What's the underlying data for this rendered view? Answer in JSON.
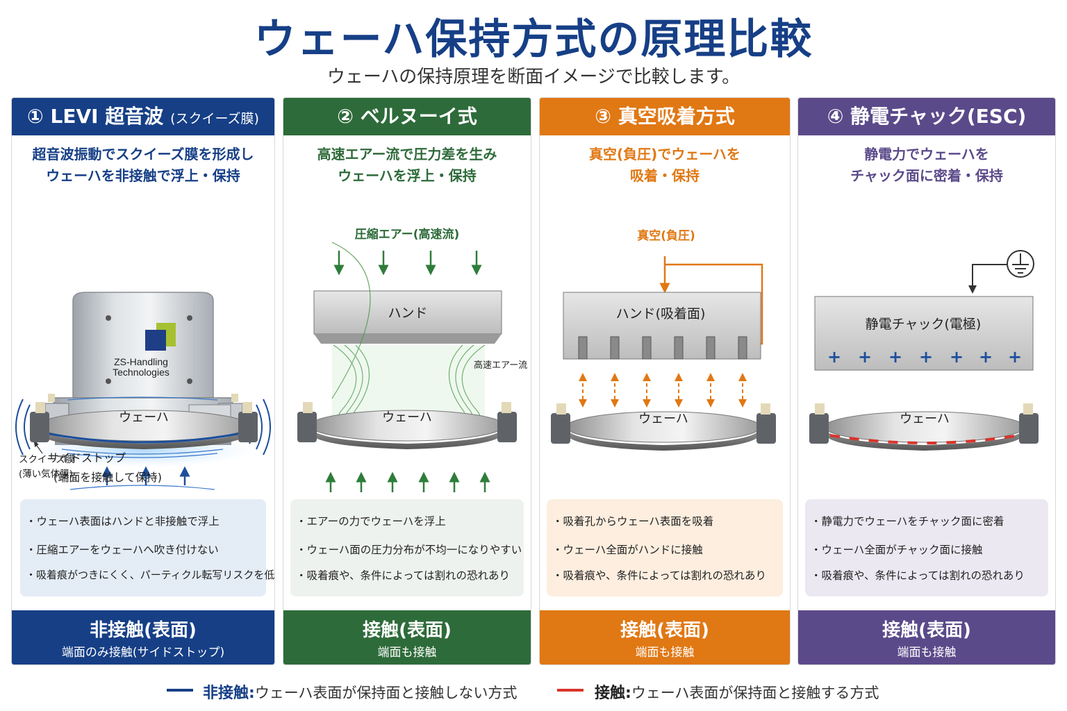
{
  "title": "ウェーハ保持方式の原理比較",
  "subtitle": "ウェーハの保持原理を断面イメージで比較します。",
  "colors": {
    "blue": "#163f86",
    "green": "#2e6b3a",
    "orange": "#e07814",
    "purple": "#5b4a8a",
    "contact_red": "#d9342b"
  },
  "panels": [
    {
      "header": "① LEVI 超音波",
      "header_small": "(スクイーズ膜)",
      "desc_line1": "超音波振動でスクイーズ膜を形成し",
      "desc_line2": "ウェーハを非接触で浮上・保持",
      "logo_line1": "ZS-Handling",
      "logo_line2": "Technologies",
      "film_label1": "スクイーズ膜",
      "film_label2": "(薄い気体膜)",
      "wafer_label": "ウェーハ",
      "stop_label1": "サイドストップ",
      "stop_label2": "(端面を接触して保持)",
      "notes": [
        "・ウェーハ表面はハンドと非接触で浮上",
        "・圧縮エアーをウェーハへ吹き付けない",
        "・吸着痕がつきにくく、パーティクル転写リスクを低減"
      ],
      "footer_main": "非接触(表面)",
      "footer_sub": "端面のみ接触(サイドストップ)"
    },
    {
      "header": "② ベルヌーイ式",
      "desc_line1": "高速エアー流で圧力差を生み",
      "desc_line2": "ウェーハを浮上・保持",
      "air_label": "圧縮エアー(高速流)",
      "hand_label": "ハンド",
      "flow_label": "高速エアー流",
      "wafer_label": "ウェーハ",
      "notes": [
        "・エアーの力でウェーハを浮上",
        "・ウェーハ面の圧力分布が不均一になりやすい",
        "・吸着痕や、条件によっては割れの恐れあり"
      ],
      "footer_main": "接触(表面)",
      "footer_sub": "端面も接触"
    },
    {
      "header": "③ 真空吸着方式",
      "desc_line1": "真空(負圧)でウェーハを",
      "desc_line2": "吸着・保持",
      "vac_label": "真空(負圧)",
      "hand_label": "ハンド(吸着面)",
      "wafer_label": "ウェーハ",
      "notes": [
        "・吸着孔からウェーハ表面を吸着",
        "・ウェーハ全面がハンドに接触",
        "・吸着痕や、条件によっては割れの恐れあり"
      ],
      "footer_main": "接触(表面)",
      "footer_sub": "端面も接触"
    },
    {
      "header": "④ 静電チャック(ESC)",
      "desc_line1": "静電力でウェーハを",
      "desc_line2": "チャック面に密着・保持",
      "chuck_label": "静電チャック(電極)",
      "wafer_label": "ウェーハ",
      "notes": [
        "・静電力でウェーハをチャック面に密着",
        "・ウェーハ全面がチャック面に接触",
        "・吸着痕や、条件によっては割れの恐れあり"
      ],
      "footer_main": "接触(表面)",
      "footer_sub": "端面も接触"
    }
  ],
  "legend": {
    "noncontact_term": "非接触:",
    "noncontact_text": "ウェーハ表面が保持面と接触しない方式",
    "contact_term": "接触:",
    "contact_text": "ウェーハ表面が保持面と接触する方式"
  }
}
